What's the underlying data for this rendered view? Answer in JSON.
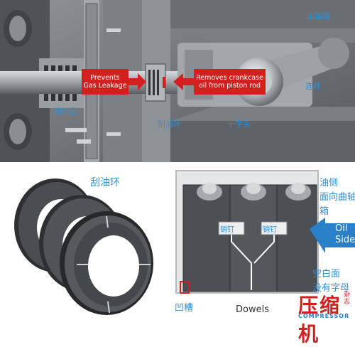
{
  "top": {
    "red_left": "Prevents Gas Leakage",
    "red_right": "Removes crankcase oil from piston rod",
    "cn_crankcase": "曲轴箱",
    "cn_packing": "填料函",
    "cn_wiper": "刮油环",
    "cn_crosshead": "十字头",
    "cn_conrod": "连杆"
  },
  "wiper": {
    "title": "刮油环"
  },
  "panel": {
    "cn_pin1": "销钉",
    "cn_pin2": "销钉",
    "oil_side": [
      "Oil",
      "Side"
    ],
    "cn_oil_side": [
      "油侧",
      "面向曲轴",
      "箱"
    ],
    "cn_blank_face": [
      "空白面",
      "没有字母"
    ],
    "cn_groove": "凹槽",
    "dowels": "Dowels",
    "watermark_cn": "压缩机",
    "watermark_small": [
      "杂",
      "志"
    ],
    "watermark_en": "COMPRESSOR"
  },
  "colors": {
    "accent_red": "#d3201f",
    "label_blue": "#2f8fd3",
    "metal": "#8a8d91"
  }
}
